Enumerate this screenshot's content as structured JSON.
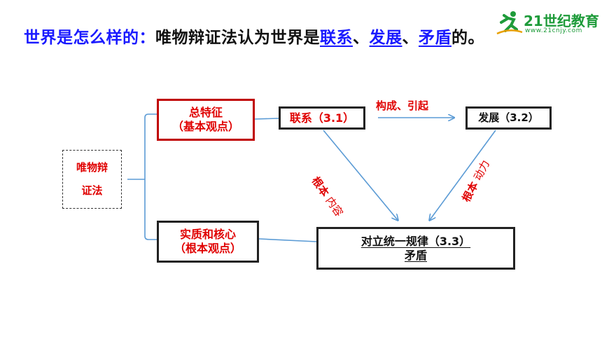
{
  "title": {
    "question": "世界是怎么样的：",
    "answer": "唯物辩证法认为世界是",
    "kw1": "联系",
    "sep1": "、",
    "kw2": "发展",
    "sep2": "、",
    "kw3": "矛盾",
    "tail": "的。"
  },
  "logo": {
    "brand": "21世纪教育",
    "domain": "www.21cnjy.com"
  },
  "nodes": {
    "root": {
      "line1": "唯物辩",
      "line2": "证法"
    },
    "feature": {
      "line1": "总特征",
      "line2": "（基本观点）"
    },
    "essence": {
      "line1": "实质和核心",
      "line2": "（根本观点）"
    },
    "link": {
      "label": "联系（3.1）"
    },
    "development": {
      "label": "发展（3.2）"
    },
    "law": {
      "line1": "对立统一规律（3.3）",
      "line2": "矛盾"
    }
  },
  "edges": {
    "link_to_dev": "构成、引起",
    "link_to_law_bold": "根本",
    "link_to_law_light": "内容",
    "dev_to_law_bold": "根本",
    "dev_to_law_light": "动力"
  },
  "colors": {
    "keyword_blue": "#1a1aff",
    "highlight_red": "#e00000",
    "connector_blue": "#5b9bd5",
    "brand_green": "#1e9b3a"
  }
}
